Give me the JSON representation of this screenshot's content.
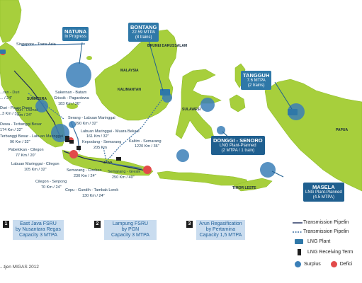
{
  "map": {
    "colors": {
      "sea": "#ffffff",
      "land": "#a7cf3c",
      "land_dark": "#8fbe2a",
      "surplus": "#3b7fb8",
      "deficit": "#e24a4a",
      "callout": "#2f78a8"
    },
    "regions": [
      {
        "id": "sumatera",
        "label": "SUMATERA"
      },
      {
        "id": "kalimantan",
        "label": "KALIMANTAN"
      },
      {
        "id": "malaysia",
        "label": "MALAYSIA"
      },
      {
        "id": "brunei",
        "label": "BRUNEI DARUSSALAM"
      },
      {
        "id": "sulawesi",
        "label": "SULAWESI"
      },
      {
        "id": "papua",
        "label": "PAPUA"
      },
      {
        "id": "jawa",
        "label": "JAWA"
      },
      {
        "id": "timor",
        "label": "TIMOR LESTE"
      }
    ],
    "callouts": {
      "natuna": {
        "title": "NATUNA",
        "lines": [
          "In Progress"
        ]
      },
      "bontang": {
        "title": "BONTANG",
        "lines": [
          "22.59 MTPA",
          "(8 trains)"
        ]
      },
      "tangguh": {
        "title": "TANGGUH",
        "lines": [
          "7.6 MTPA",
          "(2 trains)"
        ]
      },
      "donggi": {
        "title": "DONGGI - SENORO",
        "lines": [
          "LNG Plant-Planned",
          "(2 MTPA / 1 train)"
        ]
      },
      "masela": {
        "title": "MASELA",
        "lines": [
          "LNG Plant-Planned",
          "(4.5 MTPA)"
        ]
      }
    },
    "pipelines": [
      {
        "id": "sg",
        "label": "Singapore - Trans Asia"
      },
      {
        "id": "sb",
        "label": "Sakernan - Batam"
      },
      {
        "id": "gp",
        "label": "Grissik - Pagardewa"
      },
      {
        "id": "gp2",
        "label": "183 Km / 36\""
      },
      {
        "id": "sl",
        "label": "Serang - Labuan Maringgai"
      },
      {
        "id": "sl2",
        "label": "290 Km / 32\""
      },
      {
        "id": "mb",
        "label": "Labuan Maringgai - Muara Bekasi"
      },
      {
        "id": "mb2",
        "label": "161 Km / 32\""
      },
      {
        "id": "ks",
        "label": "Kepodang - Semarang"
      },
      {
        "id": "ks2",
        "label": "205 Km"
      },
      {
        "id": "kal",
        "label": "Kaltim - Semarang"
      },
      {
        "id": "kal2",
        "label": "1220 Km / 36\""
      },
      {
        "id": "dm",
        "label": "Duri - Dumai"
      },
      {
        "id": "dm2",
        "label": "..km / 24\""
      },
      {
        "id": "dp",
        "label": "Duri - Pagar Dewa"
      },
      {
        "id": "dp2",
        "label": "..3 Km / 32\""
      },
      {
        "id": "pt",
        "label": "Dewa - Terbanggi Besar"
      },
      {
        "id": "pt2",
        "label": "174 Km / 32\""
      },
      {
        "id": "tl",
        "label": "Terbanggi Besar - Labuan Maringgai"
      },
      {
        "id": "tl2",
        "label": "96 Km / 32\""
      },
      {
        "id": "pc",
        "label": "Pabelokan - Cilegon"
      },
      {
        "id": "pc2",
        "label": "77 Km / 20\""
      },
      {
        "id": "lc",
        "label": "Labuan Maringgai - Cilegon"
      },
      {
        "id": "lc2",
        "label": "105 Km / 32\""
      },
      {
        "id": "cs",
        "label": "Cilegon - Serpong"
      },
      {
        "id": "cs2",
        "label": "70 Km / 24\""
      },
      {
        "id": "sc",
        "label": "Semarang - Cirebon"
      },
      {
        "id": "sc2",
        "label": "230 Km / 24\""
      },
      {
        "id": "sg2",
        "label": "Semarang - Gresik"
      },
      {
        "id": "sg3",
        "label": "250 Km / 40\""
      },
      {
        "id": "cg",
        "label": "Cepu - Gundih - Tambak Lorok"
      },
      {
        "id": "cg2",
        "label": "130 Km / 24\""
      },
      {
        "id": "sumlabel1",
        "label": "...ran - Duri"
      },
      {
        "id": "sumlabel2",
        "label": "... / 24\""
      }
    ]
  },
  "projects": [
    {
      "num": "1",
      "lines": [
        "East Java FSRU",
        "by Nusantara Regas",
        "Capacity 3 MTPA"
      ]
    },
    {
      "num": "2",
      "lines": [
        "Lampung FSRU",
        "by PGN",
        "Capacity 3 MTPA"
      ]
    },
    {
      "num": "3",
      "lines": [
        "Arun Regasification",
        "by Pertamina",
        "Capacity 1,5 MTPA"
      ]
    }
  ],
  "legend": {
    "items": [
      {
        "id": "tp1",
        "label": "Transmission Pipelin"
      },
      {
        "id": "tp2",
        "label": "Transmission Pipelin"
      },
      {
        "id": "lng",
        "label": "LNG Plant",
        "icon": "lng-plant-icon"
      },
      {
        "id": "lrt",
        "label": "LNG Receiving Term",
        "icon": "lng-receiving-icon"
      }
    ],
    "surplus": "Surplus",
    "deficit": "Defici"
  },
  "source": "...tjen MIGAS 2012"
}
